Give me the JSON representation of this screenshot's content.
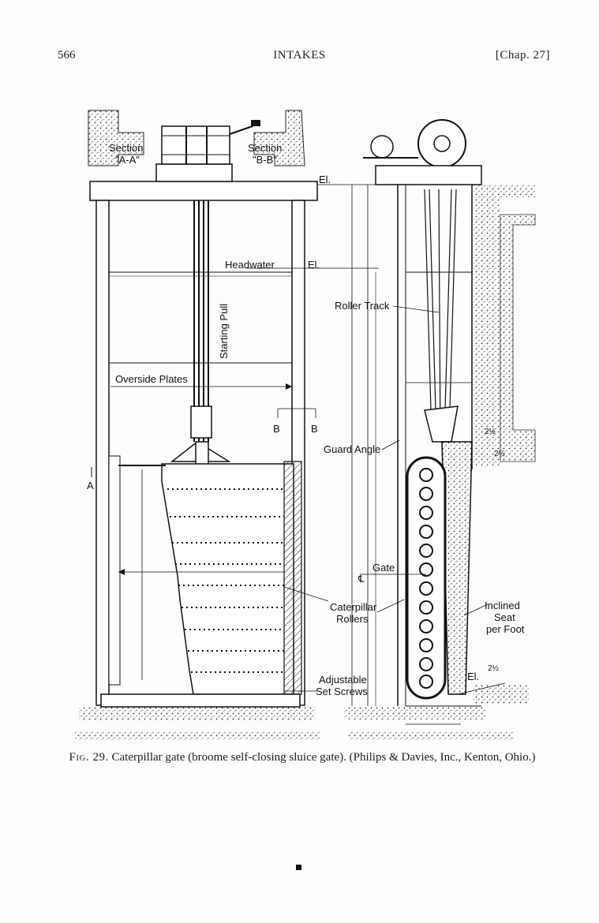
{
  "header": {
    "page_number": "566",
    "title": "INTAKES",
    "chapter": "[Chap. 27]"
  },
  "figure": {
    "labels": {
      "section_aa_1": "Section",
      "section_aa_2": "\"A-A\"",
      "section_bb_1": "Section",
      "section_bb_2": "\"B-B\"",
      "el_top": "El.",
      "headwater": "Headwater",
      "el_headwater": "El.",
      "starting_pull": "Starting Pull",
      "overside_plates": "Overside Plates",
      "b_left": "B",
      "b_right": "B",
      "a_mark": "A",
      "roller_track": "Roller Track",
      "guard_angle": "Guard Angle",
      "gate_cl": "Gate",
      "cl_symbol": "℄",
      "caterpillar_1": "Caterpillar",
      "caterpillar_2": "Rollers",
      "inclined_1": "Inclined",
      "inclined_2": "Seat",
      "inclined_3": "per Foot",
      "adjustable_1": "Adjustable",
      "adjustable_2": "Set Screws",
      "el_bottom": "El.",
      "dim_1": "2½",
      "dim_2": "2½",
      "dim_3": "2½"
    }
  },
  "caption": {
    "label": "Fig. 29.",
    "text": "Caterpillar gate (broome self-closing sluice gate). (Philips & Davies, Inc., Kenton, Ohio.)"
  }
}
